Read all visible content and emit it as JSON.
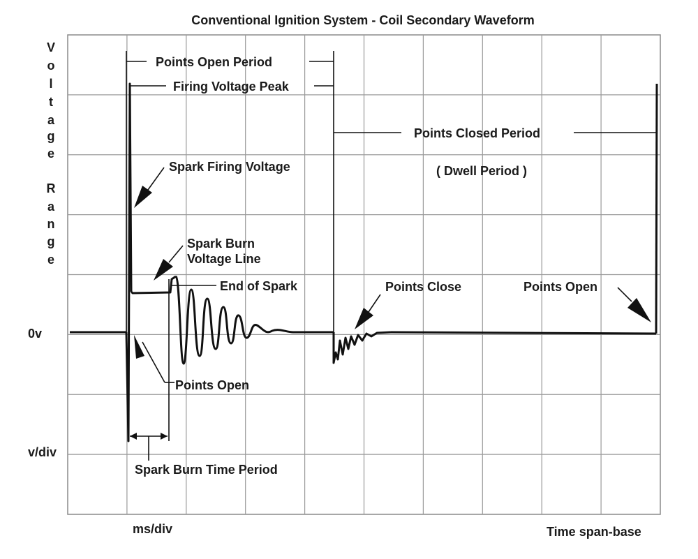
{
  "title": "Conventional Ignition System - Coil Secondary Waveform",
  "y_axis": {
    "title_letters_1": [
      "V",
      "o",
      "l",
      "t",
      "a",
      "g",
      "e"
    ],
    "title_letters_2": [
      "R",
      "a",
      "n",
      "g",
      "e"
    ],
    "zero_label": "0v",
    "scale_label": "v/div"
  },
  "x_axis": {
    "scale_label": "ms/div",
    "base_label": "Time span-base"
  },
  "annotations": {
    "points_open_period": "Points Open Period",
    "firing_voltage_peak": "Firing Voltage Peak",
    "points_closed_period": "Points Closed Period",
    "dwell_period": "( Dwell Period )",
    "spark_firing_voltage": "Spark Firing Voltage",
    "spark_burn_line1": "Spark Burn",
    "spark_burn_line2": "Voltage Line",
    "end_of_spark": "End of Spark",
    "points_close": "Points Close",
    "points_open_right": "Points Open",
    "points_open_bottom": "Points Open",
    "spark_burn_time_period": "Spark Burn Time Period"
  },
  "colors": {
    "trace": "#111111",
    "grid": "#9a9a9a",
    "background": "#ffffff"
  }
}
